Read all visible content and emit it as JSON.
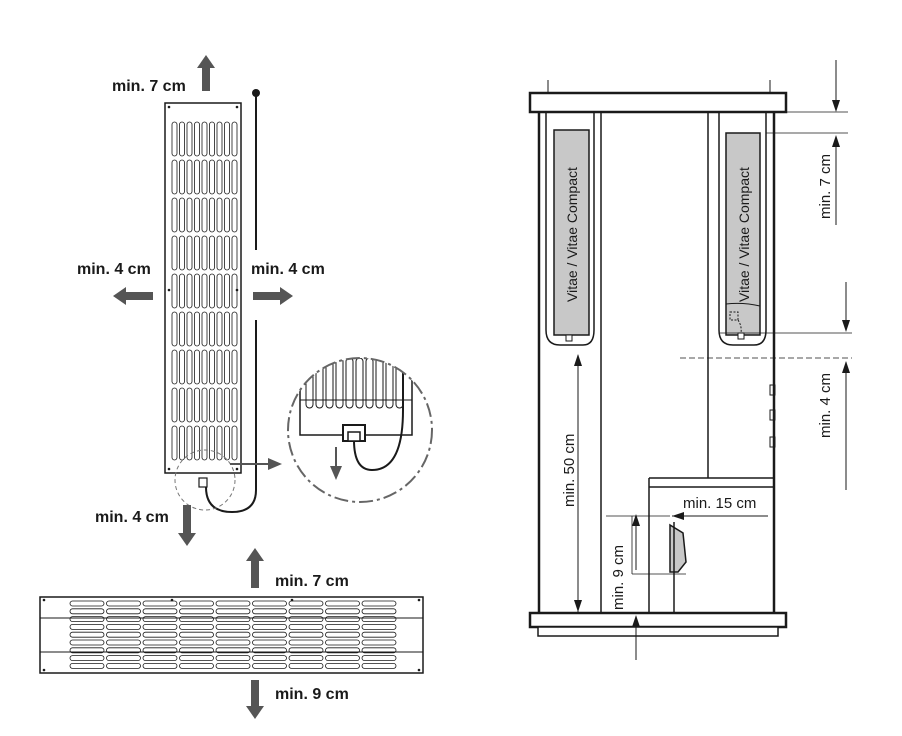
{
  "left_panel": {
    "vertical_heater": {
      "top_clearance": "min. 7 cm",
      "left_clearance": "min. 4 cm",
      "right_clearance": "min. 4 cm",
      "bottom_clearance": "min. 4 cm"
    },
    "horizontal_heater": {
      "top_clearance": "min. 7 cm",
      "bottom_clearance": "min. 9 cm"
    }
  },
  "right_panel": {
    "heater_label_left": "Vitae / Vitae Compact",
    "heater_label_right": "Vitae / Vitae Compact",
    "dim_top_right": "min. 7 cm",
    "dim_middle_right": "min. 4 cm",
    "dim_floor_to_heater": "min. 50 cm",
    "dim_from_door": "min. 15 cm",
    "dim_bench_height": "min. 9 cm"
  },
  "colors": {
    "line": "#1a1a1a",
    "arrow": "#555555",
    "heater_fill": "#c8c8c8",
    "magnifier_ring": "#666666"
  }
}
